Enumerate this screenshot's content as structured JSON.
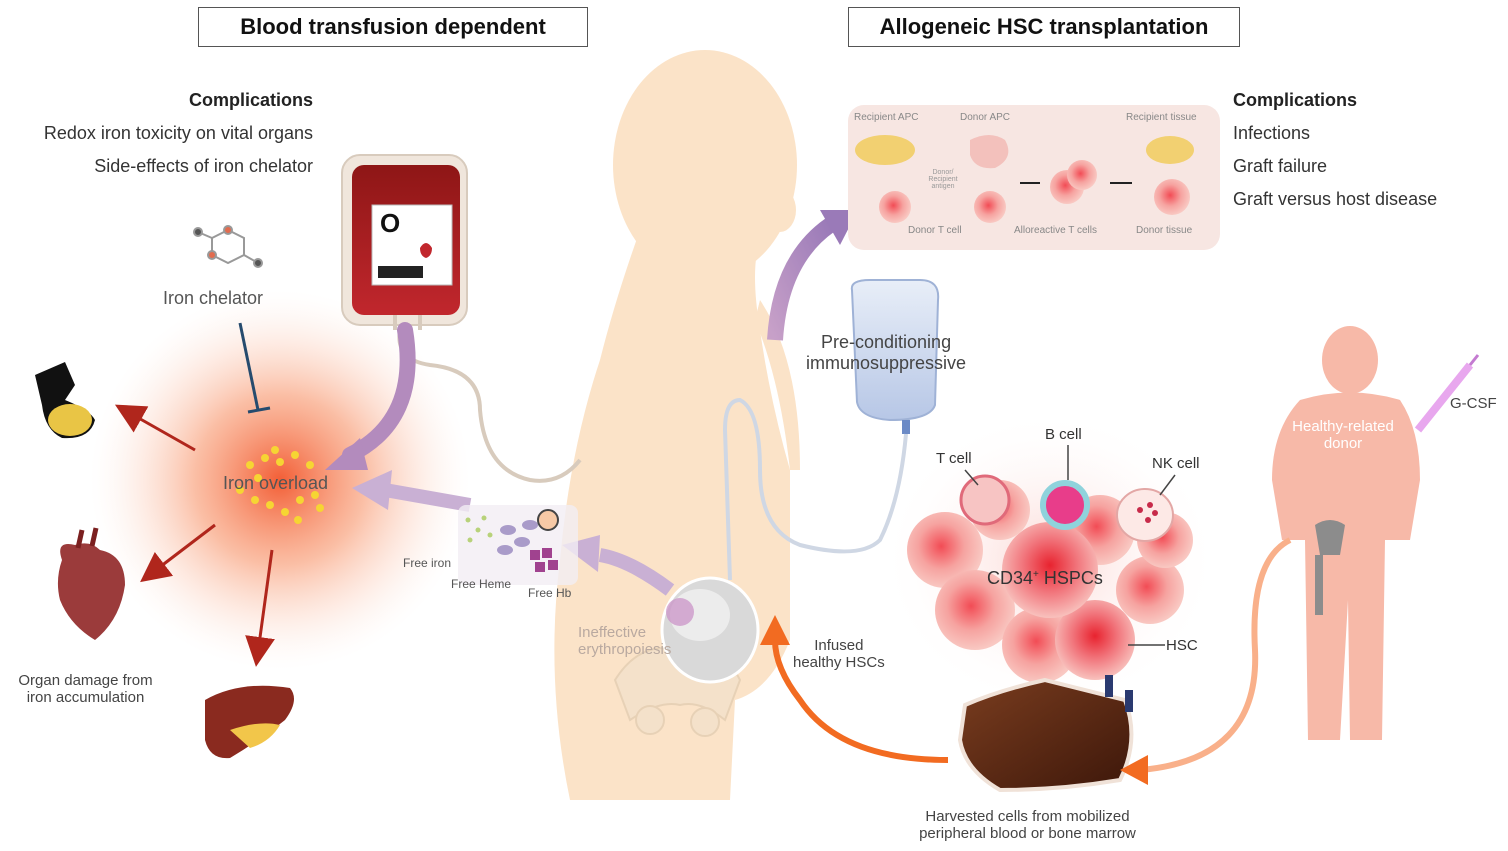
{
  "headers": {
    "left": "Blood transfusion dependent",
    "right": "Allogeneic HSC transplantation"
  },
  "left_complications": {
    "title": "Complications",
    "items": [
      "Redox iron toxicity on vital organs",
      "Side-effects of iron chelator"
    ]
  },
  "right_complications": {
    "title": "Complications",
    "items": [
      "Infections",
      "Graft failure",
      "Graft versus host disease"
    ]
  },
  "labels": {
    "iron_chelator": "Iron chelator",
    "iron_overload": "Iron overload",
    "organ_damage_line1": "Organ damage from",
    "organ_damage_line2": "iron accumulation",
    "free_iron": "Free iron",
    "free_heme": "Free Heme",
    "free_hb": "Free Hb",
    "ineffective_line1": "Ineffective",
    "ineffective_line2": "erythropoiesis",
    "preconditioning_line1": "Pre-conditioning",
    "preconditioning_line2": "immunosuppressive",
    "infused_line1": "Infused",
    "infused_line2": "healthy HSCs",
    "harvested_line1": "Harvested cells from mobilized",
    "harvested_line2": "peripheral blood or bone marrow",
    "healthy_donor_line1": "Healthy-related",
    "healthy_donor_line2": "donor",
    "gcsf": "G-CSF",
    "t_cell": "T cell",
    "b_cell": "B cell",
    "nk_cell": "NK cell",
    "cd34": "CD34",
    "cd34_sup": "+",
    "hspcs": " HSPCs",
    "hsc": "HSC",
    "blood_type": "O"
  },
  "gvhd_panel": {
    "recipient_apc": "Recipient APC",
    "donor_apc": "Donor APC",
    "recipient_tissue": "Recipient tissue",
    "donor_recipient_antigen": "Donor/ Recipient antigen",
    "donor_t_cell": "Donor T cell",
    "alloreactive": "Alloreactive T cells",
    "donor_tissue": "Donor tissue"
  },
  "colors": {
    "body_silhouette": "#fbe3c8",
    "donor_silhouette": "#f7b9a8",
    "iron_glow": "#f2562c",
    "arrow_red": "#b0261c",
    "arrow_purple": "#b38bbd",
    "arrow_orange": "#f26b21",
    "chelator_blue": "#264b6e"
  }
}
